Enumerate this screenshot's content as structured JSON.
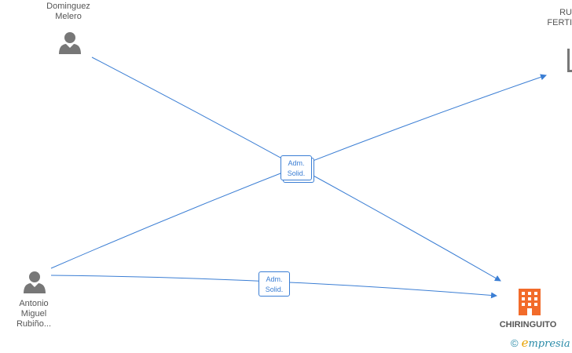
{
  "nodes": {
    "dominguez": {
      "label_line1": "Dominguez",
      "label_line2": "Melero"
    },
    "antonio": {
      "label_line1": "Antonio",
      "label_line2": "Miguel",
      "label_line3": "Rubiño..."
    },
    "ru_fert": {
      "label_line1": "RU",
      "label_line2": "FERTI"
    },
    "chiringuito": {
      "label": "CHIRINGUITO"
    }
  },
  "edges": {
    "upper_box": {
      "line1": "Adm.",
      "line2": "Solid."
    },
    "lower_box": {
      "line1": "Adm.",
      "line2": "Solid."
    }
  },
  "colors": {
    "edge": "#3b7ed4",
    "person": "#777777",
    "company": "#f26b2a"
  },
  "brand": {
    "copyright": "©",
    "e": "e",
    "rest": "mpresia"
  }
}
